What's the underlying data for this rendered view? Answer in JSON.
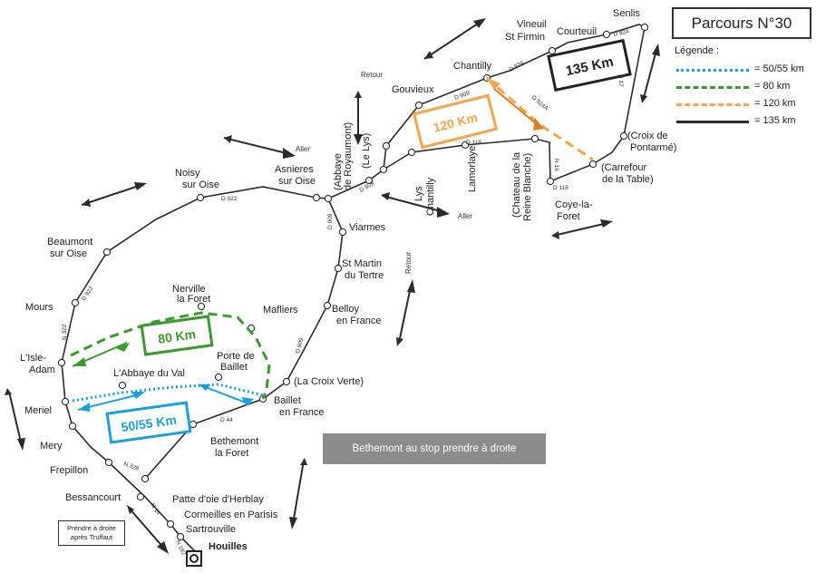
{
  "title": "Parcours N°30",
  "legend": {
    "heading": "Légende :",
    "items": [
      {
        "label": "= 50/55 km",
        "color": "#1a9fe0",
        "style": "dotted"
      },
      {
        "label": "=   80 km",
        "color": "#3a9a2e",
        "style": "dashed"
      },
      {
        "label": "= 120 km",
        "color": "#f7a44a",
        "style": "dashed"
      },
      {
        "label": "= 135 km",
        "color": "#2b2b2b",
        "style": "solid"
      }
    ]
  },
  "routes": {
    "r135": {
      "label": "135 Km",
      "color": "#2b2b2b"
    },
    "r120": {
      "label": "120 Km",
      "color": "#f7a44a"
    },
    "r80": {
      "label": "80 Km",
      "color": "#3a9a2e"
    },
    "r50": {
      "label": "50/55 Km",
      "color": "#1a9fe0"
    }
  },
  "places": {
    "senlis": "Senlis",
    "courteuil": "Courteuil",
    "vineuil": "Vineuil",
    "stfirmin": "St Firmin",
    "chantilly": "Chantilly",
    "gouvieux": "Gouvieux",
    "lelys": "(Le Lys)",
    "abbaye_roy1": "(Abbaye",
    "abbaye_roy2": "de Royaumont)",
    "asnieres1": "Asnieres",
    "asnieres2": "sur Oise",
    "noisy1": "Noisy",
    "noisy2": "sur Oise",
    "beaumont1": "Beaumont",
    "beaumont2": "sur Oise",
    "mours": "Mours",
    "isleadam1": "L'Isle-",
    "isleadam2": "Adam",
    "meriel": "Meriel",
    "mery": "Mery",
    "frepillon": "Frepillon",
    "bessancourt": "Bessancourt",
    "pattedoie": "Patte d'oie d'Herblay",
    "cormeilles": "Cormeilles en Parisis",
    "sartrouville": "Sartrouville",
    "houilles": "Houilles",
    "viarmes": "Viarmes",
    "stmartin1": "St Martin",
    "stmartin2": "du Tertre",
    "belloy1": "Belloy",
    "belloy2": "en France",
    "croixverte": "(La Croix Verte)",
    "baillet1": "Baillet",
    "baillet2": "en France",
    "bethemont1": "Bethemont",
    "bethemont2": "la Foret",
    "porte1": "Porte de",
    "porte2": "Baillet",
    "abbayeval": "L'Abbaye du Val",
    "mafliers": "Mafliers",
    "nerville1": "Nerville",
    "nerville2": "la Foret",
    "lys_ch1": "Lys",
    "lys_ch2": "Chantilly",
    "lamorlaye": "Lamorlaye",
    "chateau1": "(Chateau de la",
    "chateau2": "Reine Blanche)",
    "coye1": "Coye-la-",
    "coye2": "Foret",
    "carrefour1": "(Carrefour",
    "carrefour2": "de la Table)",
    "croixpont1": "(Croix de",
    "croixpont2": "Pontarmé)"
  },
  "roads": {
    "d924a": "D 924",
    "d924b": "D 924",
    "d924A": "D 924A",
    "d909a": "D 909",
    "d909b": "D 909",
    "d909c": "D 909",
    "d909d": "D 909",
    "d118a": "D 118",
    "d118b": "D 118",
    "n16": "N 16",
    "n17": "N 17",
    "d922a": "D 922",
    "d922b": "D 922",
    "n322": "N 322",
    "n328": "N 328",
    "d44": "D 44",
    "n14": "N 14",
    "n192": "N 192"
  },
  "directions": {
    "retour1": "Retour",
    "aller1": "Aller",
    "aller2": "Aller",
    "retour2": "Retour"
  },
  "banner": "Bethemont au stop prendre à droite",
  "note1": "Prendre à droite",
  "note2": "après Truffaut"
}
